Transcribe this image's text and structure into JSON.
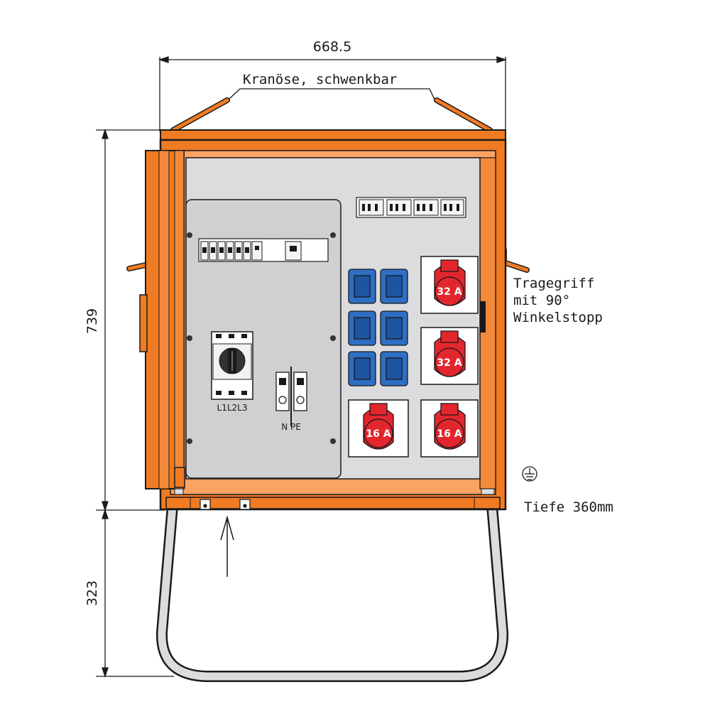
{
  "dimensions": {
    "width": "668.5",
    "height_cabinet": "739",
    "height_stand": "323"
  },
  "annotations": {
    "crane_eye": "Kranöse, schwenkbar",
    "handle_line1": "Tragegriff",
    "handle_line2": "mit 90°",
    "handle_line3": "Winkelstopp",
    "depth": "Tiefe 360mm"
  },
  "labels": {
    "main_switch": "L1L2L3",
    "terminals": "N PE"
  },
  "sockets_cee": [
    {
      "rating": "32 A"
    },
    {
      "rating": "32 A"
    },
    {
      "rating": "16 A"
    },
    {
      "rating": "16 A"
    }
  ],
  "colors": {
    "housing_orange": "#f07b22",
    "panel_grey": "#dcdcde",
    "cee_red": "#e3262d",
    "schuko_blue": "#2e6ec4"
  }
}
